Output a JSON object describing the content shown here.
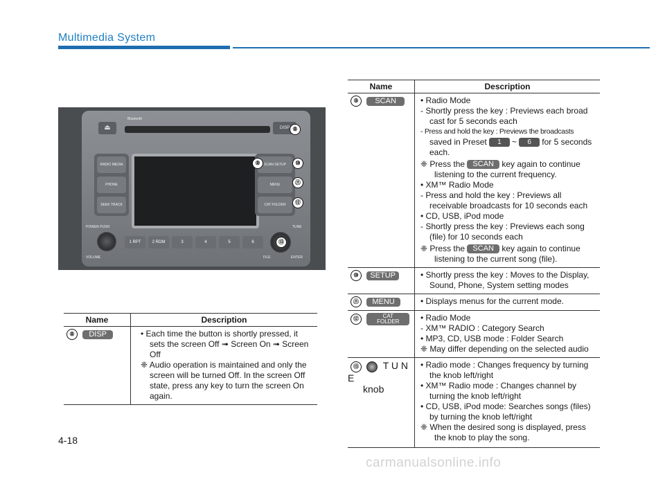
{
  "header": {
    "title": "Multimedia System"
  },
  "photo": {
    "left_buttons": [
      "RADIO MEDIA",
      "PHONE",
      "SEEK TRACK"
    ],
    "right_buttons": [
      "SCAN SETUP",
      "MENU",
      "CAT FOLDER"
    ],
    "disp_label": "DISP",
    "presets": [
      "1 RPT",
      "2 RDM",
      "3",
      "4",
      "5",
      "6"
    ],
    "labels": {
      "power": "POWER PUSH",
      "volume": "VOLUME",
      "tune": "TUNE",
      "file": "FILE",
      "enter": "ENTER",
      "bluetooth": "Bluetooth"
    },
    "callouts": [
      "⑧",
      "⑨",
      "⑩",
      "⑪",
      "⑫",
      "⑬"
    ]
  },
  "left_table": {
    "col_name": "Name",
    "col_desc": "Description",
    "row": {
      "num": "⑧",
      "button": "DISP",
      "lines": [
        "• Each time the button is shortly pressed, it",
        "sets the screen Off ➟ Screen On ➟ Screen",
        "Off",
        "❈ Audio operation is maintained and only the",
        "screen will be turned Off. In the screen Off",
        "state, press any key to turn the screen On",
        "again."
      ]
    }
  },
  "right_table": {
    "col_name": "Name",
    "col_desc": "Description",
    "scan": {
      "num": "⑨",
      "button": "SCAN",
      "l1": "• Radio Mode",
      "l2": "- Shortly press the key : Previews each broad",
      "l3": "cast for 5 seconds each",
      "l4": "- Press and hold the key : Previews the broadcasts",
      "l5a": "saved in Preset",
      "btn1": "1",
      "tilde": "~",
      "btn6": "6",
      "l5b": "for 5 seconds",
      "l6": "each.",
      "l7a": "❈ Press the",
      "l7btn": "SCAN",
      "l7b": "key again to continue",
      "l8": "listening to the current frequency.",
      "l9": "• XM™ Radio Mode",
      "l10": "- Press and hold the key : Previews all",
      "l11": "receivable broadcasts for 10 seconds each",
      "l12": "• CD, USB, iPod mode",
      "l13": "- Shortly press the key : Previews each song",
      "l14": "(file) for 10 seconds each",
      "l15a": "❈ Press the",
      "l15btn": "SCAN",
      "l15b": "key again to continue",
      "l16": "listening to the current song (file)."
    },
    "setup": {
      "num": "⑩",
      "button": "SETUP",
      "l1": "• Shortly press the key : Moves to the Display,",
      "l2": "Sound, Phone, System setting modes"
    },
    "menu": {
      "num": "⑪",
      "button": "MENU",
      "l1": "• Displays menus for the current mode."
    },
    "cat": {
      "num": "⑫",
      "button_top": "CAT",
      "button_bottom": "FOLDER",
      "l1": "• Radio Mode",
      "l2": "- XM™ RADIO : Category Search",
      "l3": "• MP3, CD, USB mode : Folder Search",
      "l4": "❈ May differ depending on the selected audio"
    },
    "tune": {
      "num": "⑬",
      "name1": "T U N E",
      "name2": "knob",
      "l1": "• Radio mode : Changes frequency by turning",
      "l2": "the knob left/right",
      "l3": "• XM™ Radio mode : Changes channel by",
      "l4": "turning the knob left/right",
      "l5": "• CD, USB, iPod mode: Searches songs (files)",
      "l6": "by turning the knob left/right",
      "l7": "❈ When the desired song is displayed, press",
      "l8": "the knob to play the song."
    }
  },
  "page_number": "4-18",
  "watermark": "carmanualsonline.info",
  "colors": {
    "accent": "#1e7fc1",
    "rule": "#1e6db0",
    "button_gray": "#6e6e6e"
  }
}
